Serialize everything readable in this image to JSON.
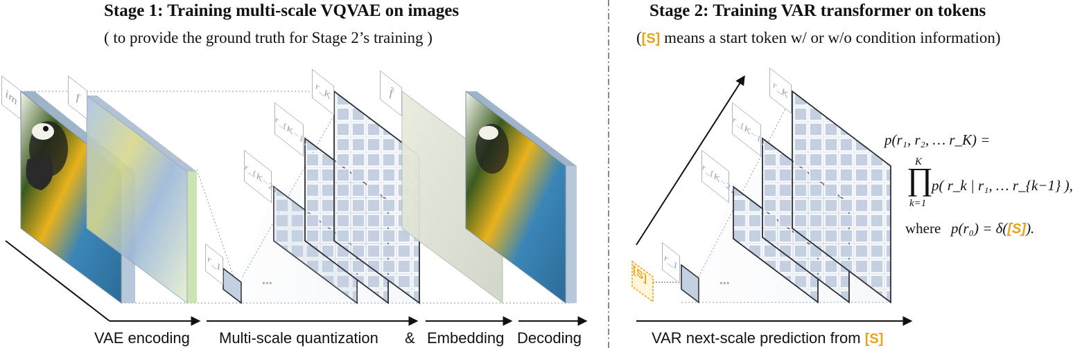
{
  "stage1": {
    "title": "Stage 1:  Training multi-scale VQVAE on images",
    "subtitle": "( to provide the ground truth for Stage 2’s training )"
  },
  "stage2": {
    "title": "Stage 2:  Training VAR transformer on tokens",
    "subtitle_open": "(",
    "subtitle_token": "[S]",
    "subtitle_rest": " means a start token w/ or w/o condition information)"
  },
  "labels": {
    "im": "im",
    "f": "f",
    "f_hat": "f̂",
    "r_K": "r_K",
    "r_K_minus_1": "r_{K−1}",
    "r_K_minus_2": "r_{K−2}",
    "r_1": "r_1",
    "ellipsis": "•••",
    "start_token": "[S]"
  },
  "captions": {
    "vae_encoding": "VAE encoding",
    "quantization": "Multi-scale quantization",
    "amp": "&",
    "embedding": "Embedding",
    "decoding": "Decoding",
    "var_prefix": "VAR next-scale prediction from",
    "var_token": "[S]"
  },
  "formula": {
    "line1": "p(r₁, r₂, … r_K) =",
    "upper": "K",
    "lower": "k=1",
    "product": "∏",
    "term": "p( r_k | r₁, … r_{k−1} ),",
    "where": "where",
    "line3_lhs": "p(r₀) = δ(",
    "line3_token": "[S]",
    "line3_rhs": ")."
  },
  "colors": {
    "accent": "#e8a317",
    "grid_fill": "#c8d3e2",
    "grid_line": "#2b2f36",
    "divider": "#555555"
  }
}
